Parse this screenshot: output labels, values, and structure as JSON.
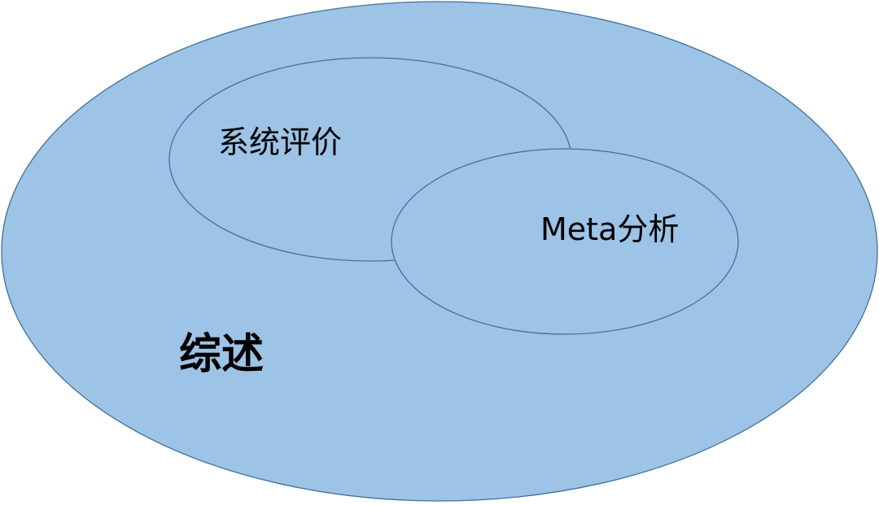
{
  "diagram": {
    "type": "nested-venn",
    "colors": {
      "fill": "#9dc3e6",
      "stroke": "#41719c",
      "text": "#000000",
      "background": "#ffffff"
    },
    "outer": {
      "label": "综述"
    },
    "inner_left": {
      "label": "系统评价"
    },
    "inner_right": {
      "label": "Meta分析"
    }
  }
}
